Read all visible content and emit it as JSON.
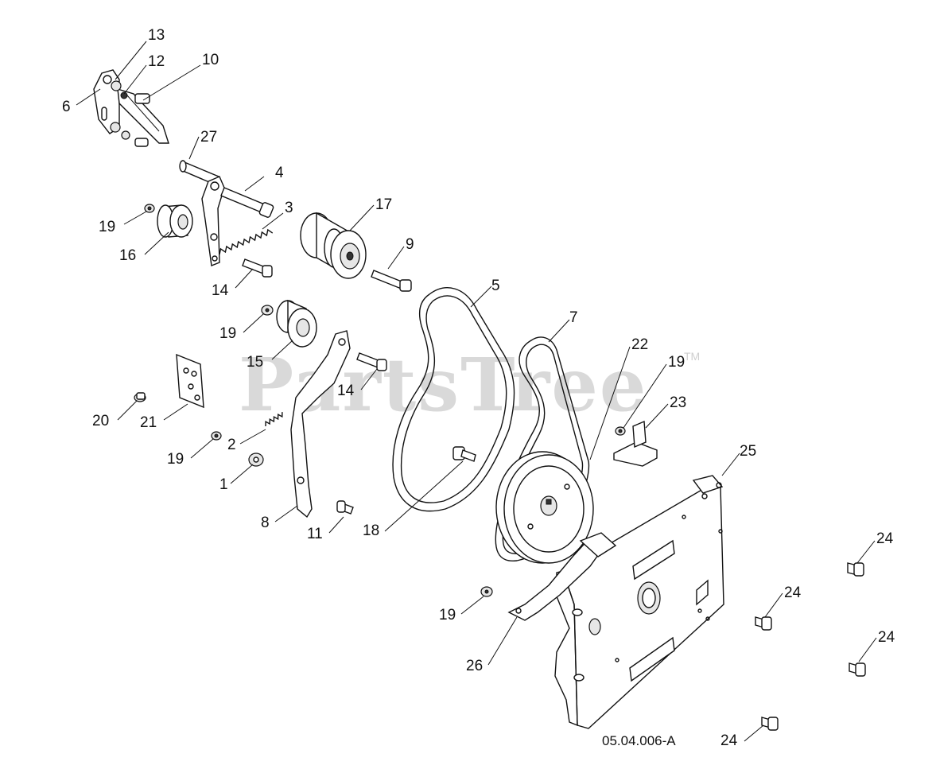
{
  "watermark": {
    "text": "PartsTree",
    "trademark": "TM"
  },
  "drawing_code": "05.04.006-A",
  "callouts": [
    {
      "id": "c13",
      "text": "13"
    },
    {
      "id": "c12",
      "text": "12"
    },
    {
      "id": "c10",
      "text": "10"
    },
    {
      "id": "c6",
      "text": "6"
    },
    {
      "id": "c27",
      "text": "27"
    },
    {
      "id": "c4",
      "text": "4"
    },
    {
      "id": "c3",
      "text": "3"
    },
    {
      "id": "c17",
      "text": "17"
    },
    {
      "id": "c19a",
      "text": "19"
    },
    {
      "id": "c16",
      "text": "16"
    },
    {
      "id": "c9",
      "text": "9"
    },
    {
      "id": "c14a",
      "text": "14"
    },
    {
      "id": "c5",
      "text": "5"
    },
    {
      "id": "c19b",
      "text": "19"
    },
    {
      "id": "c7",
      "text": "7"
    },
    {
      "id": "c15",
      "text": "15"
    },
    {
      "id": "c22",
      "text": "22"
    },
    {
      "id": "c14b",
      "text": "14"
    },
    {
      "id": "c19c",
      "text": "19"
    },
    {
      "id": "c23",
      "text": "23"
    },
    {
      "id": "c20",
      "text": "20"
    },
    {
      "id": "c21",
      "text": "21"
    },
    {
      "id": "c2",
      "text": "2"
    },
    {
      "id": "c19d",
      "text": "19"
    },
    {
      "id": "c25",
      "text": "25"
    },
    {
      "id": "c1",
      "text": "1"
    },
    {
      "id": "c8",
      "text": "8"
    },
    {
      "id": "c11",
      "text": "11"
    },
    {
      "id": "c18",
      "text": "18"
    },
    {
      "id": "c24a",
      "text": "24"
    },
    {
      "id": "c24b",
      "text": "24"
    },
    {
      "id": "c19e",
      "text": "19"
    },
    {
      "id": "c24c",
      "text": "24"
    },
    {
      "id": "c26",
      "text": "26"
    },
    {
      "id": "c24d",
      "text": "24"
    }
  ]
}
